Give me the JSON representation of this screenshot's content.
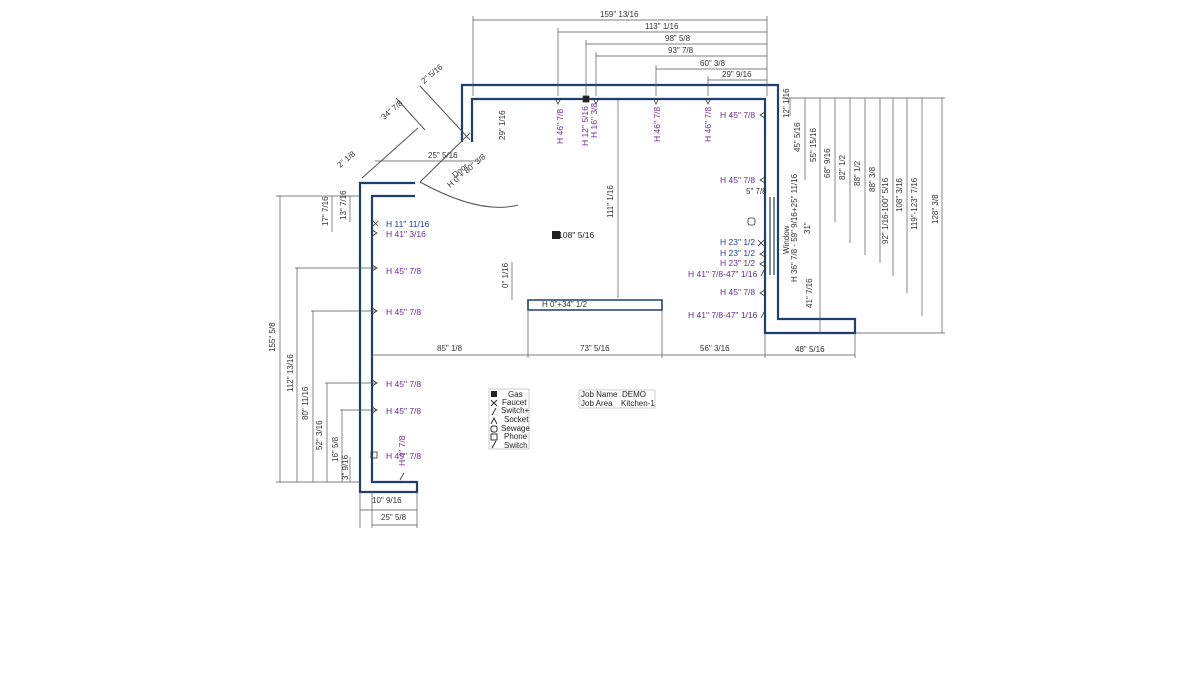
{
  "top_dims": [
    "159\" 13/16",
    "113\" 1/16",
    "98\" 5/8",
    "93\" 7/8",
    "60\" 3/8",
    "29\" 9/16"
  ],
  "right_dims": [
    "12\" 1/16",
    "45\" 5/16",
    "55\" 15/16",
    "68\" 9/16",
    "82\" 1/2",
    "88\" 1/2",
    "88\" 3/8",
    "92\" 1/16-100\" 5/16",
    "108\" 3/16",
    "119\"-123\" 7/16",
    "128\" 3/8"
  ],
  "left_dims": [
    "155\" 5/8",
    "112\" 13/16",
    "80\" 11/16",
    "52\" 3/16",
    "16\" 5/8",
    "3\" 9/16",
    "17\" 7/16",
    "13\" 7/16"
  ],
  "bottom_dims": [
    "85\" 1/8",
    "73\" 5/16",
    "56\" 3/16",
    "48\" 5/16",
    "10\" 9/16",
    "25\" 5/8"
  ],
  "door_dims": [
    "2\" 5/16",
    "34\" 7/8",
    "2\" 1/8",
    "25\" 5/16",
    "29\" 1/16"
  ],
  "interior_dims": [
    "111\" 1/16",
    "0\" 1/16",
    "5\" 7/8",
    "31\"",
    "41\" 7/16"
  ],
  "door_label": "Door",
  "door_height": "H 0\"+ 80\" 3/8",
  "window_label": "Window",
  "window_height": "H 36\" 7/8 - 59\" 9/16",
  "window_width": "+25\" 11/16",
  "island_label": "H 0\"+34\" 1/2",
  "center_tag": "H108\" 5/16",
  "top_wall_tags": [
    "H 46\" 7/8",
    "H 12\" 5/16",
    "H 16\" 3/8",
    "H 46\" 7/8",
    "H 46\" 7/8"
  ],
  "right_wall_tags": [
    "H 45\" 7/8",
    "H 45\" 7/8",
    "H 23\" 1/2",
    "H 23\" 1/2",
    "H 23\" 1/2",
    "H 41\" 7/8-47\" 1/16",
    "H 45\" 7/8",
    "H 41\" 7/8-47\" 1/16"
  ],
  "left_wall_tags": [
    "H 11\" 11/16",
    "H 41\" 3/16",
    "H 45\" 7/8",
    "H 45\" 7/8",
    "H 45\" 7/8",
    "H 45\" 7/8",
    "H 45\" 7/8",
    "H 4\" 7/8"
  ],
  "legend": [
    {
      "icon": "gas-icon",
      "label": "Gas"
    },
    {
      "icon": "faucet-icon",
      "label": "Faucet"
    },
    {
      "icon": "switch-plus-icon",
      "label": "Switch+"
    },
    {
      "icon": "socket-icon",
      "label": "Socket"
    },
    {
      "icon": "sewage-icon",
      "label": "Sewage"
    },
    {
      "icon": "phone-icon",
      "label": "Phone"
    },
    {
      "icon": "switch-icon",
      "label": "Switch"
    }
  ],
  "job": {
    "name_label": "Job Name",
    "name": "DEMO",
    "area_label": "Job Area",
    "area": "Kitchen-1"
  },
  "colors": {
    "wall": "#1f3f6e",
    "dim_line": "#555555",
    "tag": "#6a2c91"
  }
}
